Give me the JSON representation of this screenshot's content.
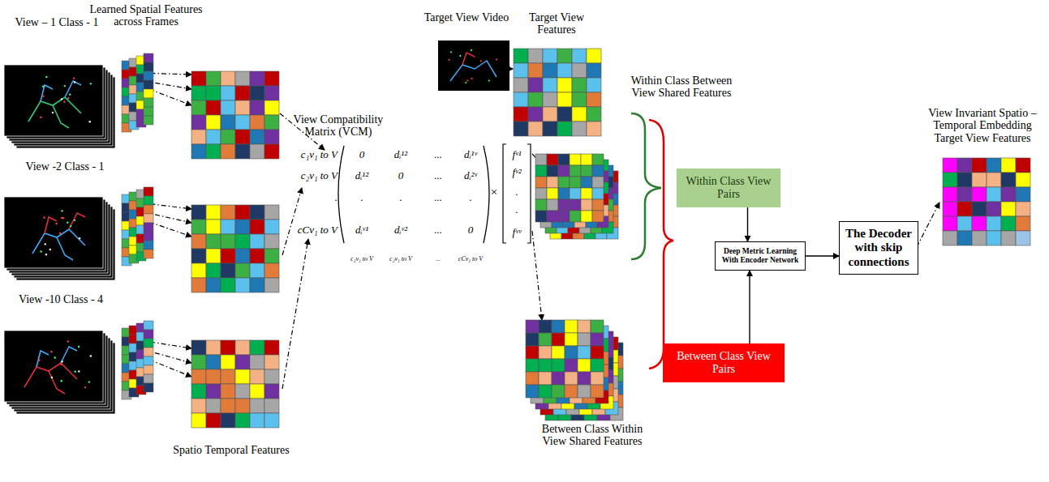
{
  "diagram": {
    "nodes": [
      {
        "text": [
          "Within Class View Pairs"
        ]
      },
      {
        "text": [
          "Between Class View Pairs"
        ]
      },
      {
        "text": [
          "Deep Metric Learning With Encoder Network"
        ]
      },
      {
        "text": [
          "The Decoder with skip connections"
        ]
      }
    ],
    "edges": [
      {
        "from": 0,
        "to": 2,
        "arrow": "to"
      },
      {
        "from": 1,
        "to": 2,
        "arrow": "to"
      },
      {
        "from": 2,
        "to": 3,
        "arrow": "to"
      }
    ],
    "labels": [
      "View – 1 Class - 1",
      "Learned Spatial Features across Frames",
      "View -2 Class - 1",
      "View -10 Class - 4",
      "Spatio Temporal Features",
      "View Compatibility Matrix (VCM)",
      "Target View Video",
      "Target View Features",
      "Within Class Between View Shared Features",
      "Between Class Within View Shared Features",
      "View Invariant Spatio – Temporal Embedding Target View Features",
      "c₁v₁ to V",
      "c₂v₁ to V",
      ".",
      "cCv₁ to V",
      "0",
      "dᵢ¹²",
      "...",
      "dᵢ¹ᵛ",
      "dᵢ¹²",
      "0",
      "...",
      "dᵢ²ᵛ",
      ".",
      ".",
      "...",
      ".",
      "dᵢᵛ¹",
      "dᵢᵛ²",
      "...",
      "0",
      "×",
      "fᵛ¹",
      "fᵛ²",
      ".",
      ".",
      "fᵛᵛ",
      "c₁v₁ to V",
      "c₂v₁ to V",
      "...",
      "cCv₁ to V"
    ]
  }
}
